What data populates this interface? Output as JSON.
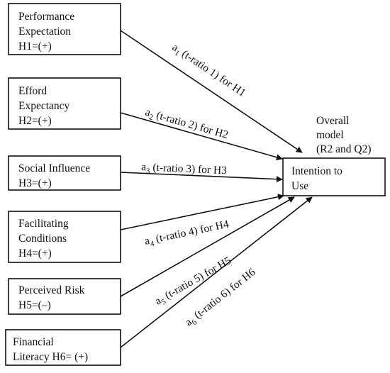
{
  "constructs": [
    {
      "id": "performance-expectation",
      "lines": [
        "Performance",
        "Expectation",
        "H1=(+)"
      ]
    },
    {
      "id": "effort-expectancy",
      "lines": [
        "Efford",
        "Expectancy",
        "H2=(+)"
      ]
    },
    {
      "id": "social-influence",
      "lines": [
        "Social Influence",
        "H3=(+)"
      ]
    },
    {
      "id": "facilitating-conditions",
      "lines": [
        "Facilitating",
        "Conditions",
        "H4=(+)"
      ]
    },
    {
      "id": "perceived-risk",
      "lines": [
        "Perceived Risk",
        "H5=(–)"
      ]
    },
    {
      "id": "financial-literacy",
      "lines": [
        "Financial",
        "Literacy H6= (+)"
      ]
    }
  ],
  "target": {
    "lines": [
      "Intention to",
      "Use"
    ]
  },
  "overall_model": {
    "lines": [
      "Overall",
      "model",
      "(R2 and Q2)"
    ]
  },
  "paths": [
    {
      "coef": "a",
      "sub": "1",
      "rest": " (t-ratio 1) for H1"
    },
    {
      "coef": "a",
      "sub": "2",
      "rest": " (t-ratio 2) for H2"
    },
    {
      "coef": "a",
      "sub": "3",
      "rest": " (t-ratio 3) for H3"
    },
    {
      "coef": "a",
      "sub": "4",
      "rest": " (t-ratio 4) for H4"
    },
    {
      "coef": "a",
      "sub": "5",
      "rest": " (t-ratio 5) for H5"
    },
    {
      "coef": "a",
      "sub": "6",
      "rest": " (t-ratio 6) for H6"
    }
  ]
}
